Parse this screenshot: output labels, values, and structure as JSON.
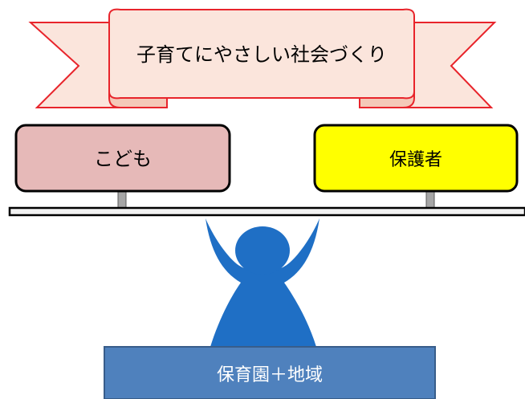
{
  "banner": {
    "title": "子育てにやさしい社会づくり"
  },
  "boxes": {
    "child": {
      "label": "こども"
    },
    "guardian": {
      "label": "保護者"
    }
  },
  "base": {
    "label": "保育園＋地域"
  },
  "colors": {
    "banner_fill": "#fbe5dc",
    "banner_stroke": "#e8242b",
    "child_fill": "#e6b9b8",
    "guardian_fill": "#ffff00",
    "base_fill": "#4f81bd",
    "base_stroke": "#385d8a",
    "figure_fill": "#1f6fc5",
    "beam_fill": "#f2f2f2",
    "post_fill": "#a6a6a6"
  }
}
